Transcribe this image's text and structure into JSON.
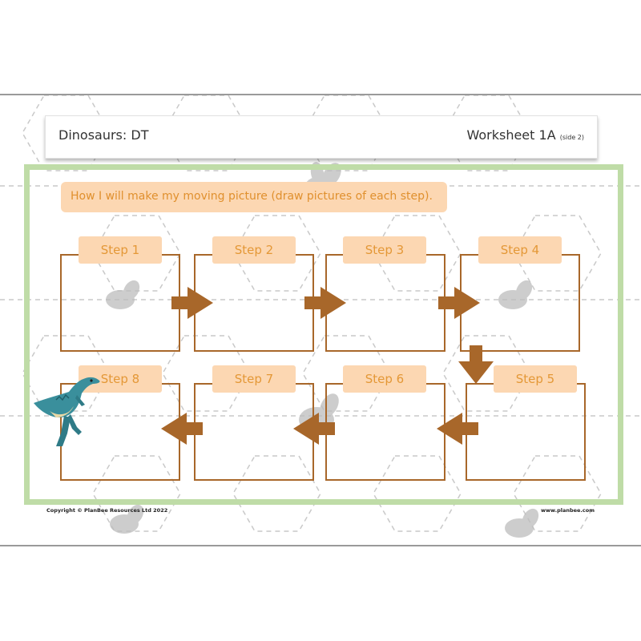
{
  "header": {
    "title": "Dinosaurs: DT",
    "worksheet": "Worksheet 1A",
    "side": "(side 2)"
  },
  "instruction": "How I will make my moving picture (draw pictures of each step).",
  "steps": [
    "Step 1",
    "Step 2",
    "Step 3",
    "Step 4",
    "Step 5",
    "Step 6",
    "Step 7",
    "Step 8"
  ],
  "footer": {
    "copyright": "Copyright © PlanBee Resources Ltd 2022",
    "website": "www.planbee.com"
  },
  "colors": {
    "frame": "#bfdca7",
    "label_bg": "#fcd7b2",
    "label_text": "#e49837",
    "box_border": "#a8672a",
    "arrow": "#a8672a"
  }
}
